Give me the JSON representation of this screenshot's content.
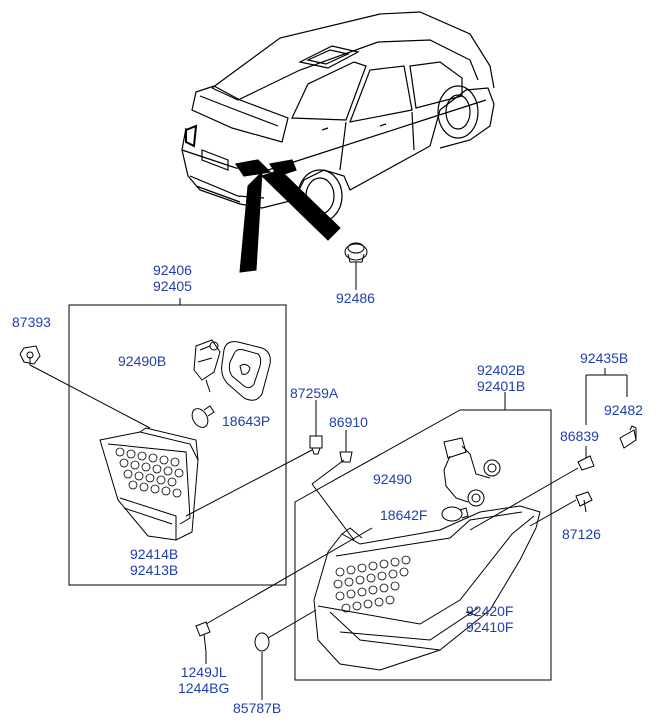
{
  "colors": {
    "callout_text": "#1f3fae",
    "line_art": "#000000",
    "background": "#ffffff"
  },
  "callouts": {
    "p92406": "92406",
    "p92405": "92405",
    "p87393": "87393",
    "p92490B": "92490B",
    "p18643P": "18643P",
    "p92414B": "92414B",
    "p92413B": "92413B",
    "p92486": "92486",
    "p87259A": "87259A",
    "p86910": "86910",
    "p92402B": "92402B",
    "p92401B": "92401B",
    "p92435B": "92435B",
    "p92482": "92482",
    "p86839": "86839",
    "p92490": "92490",
    "p18642F": "18642F",
    "p87126": "87126",
    "p92420F": "92420F",
    "p92410F": "92410F",
    "p1249JL": "1249JL",
    "p1244BG": "1244BG",
    "p85787B": "85787B"
  }
}
